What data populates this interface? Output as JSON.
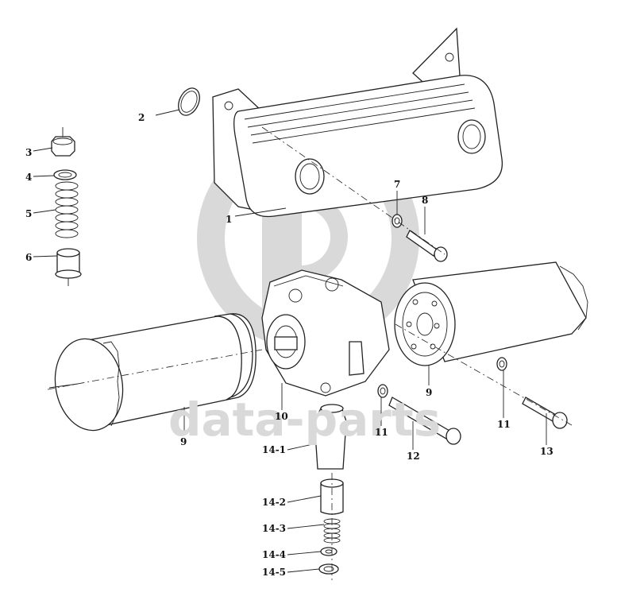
{
  "watermark": {
    "text": "data-parts",
    "color": "#d6d6d6"
  },
  "callouts": [
    {
      "id": "c1",
      "label": "1"
    },
    {
      "id": "c2",
      "label": "2"
    },
    {
      "id": "c3",
      "label": "3"
    },
    {
      "id": "c4",
      "label": "4"
    },
    {
      "id": "c5",
      "label": "5"
    },
    {
      "id": "c6",
      "label": "6"
    },
    {
      "id": "c7",
      "label": "7"
    },
    {
      "id": "c8",
      "label": "8"
    },
    {
      "id": "c9a",
      "label": "9"
    },
    {
      "id": "c9b",
      "label": "9"
    },
    {
      "id": "c10",
      "label": "10"
    },
    {
      "id": "c11a",
      "label": "11"
    },
    {
      "id": "c11b",
      "label": "11"
    },
    {
      "id": "c12",
      "label": "12"
    },
    {
      "id": "c13",
      "label": "13"
    },
    {
      "id": "c14_1",
      "label": "14-1"
    },
    {
      "id": "c14_2",
      "label": "14-2"
    },
    {
      "id": "c14_3",
      "label": "14-3"
    },
    {
      "id": "c14_4",
      "label": "14-4"
    },
    {
      "id": "c14_5",
      "label": "14-5"
    }
  ]
}
